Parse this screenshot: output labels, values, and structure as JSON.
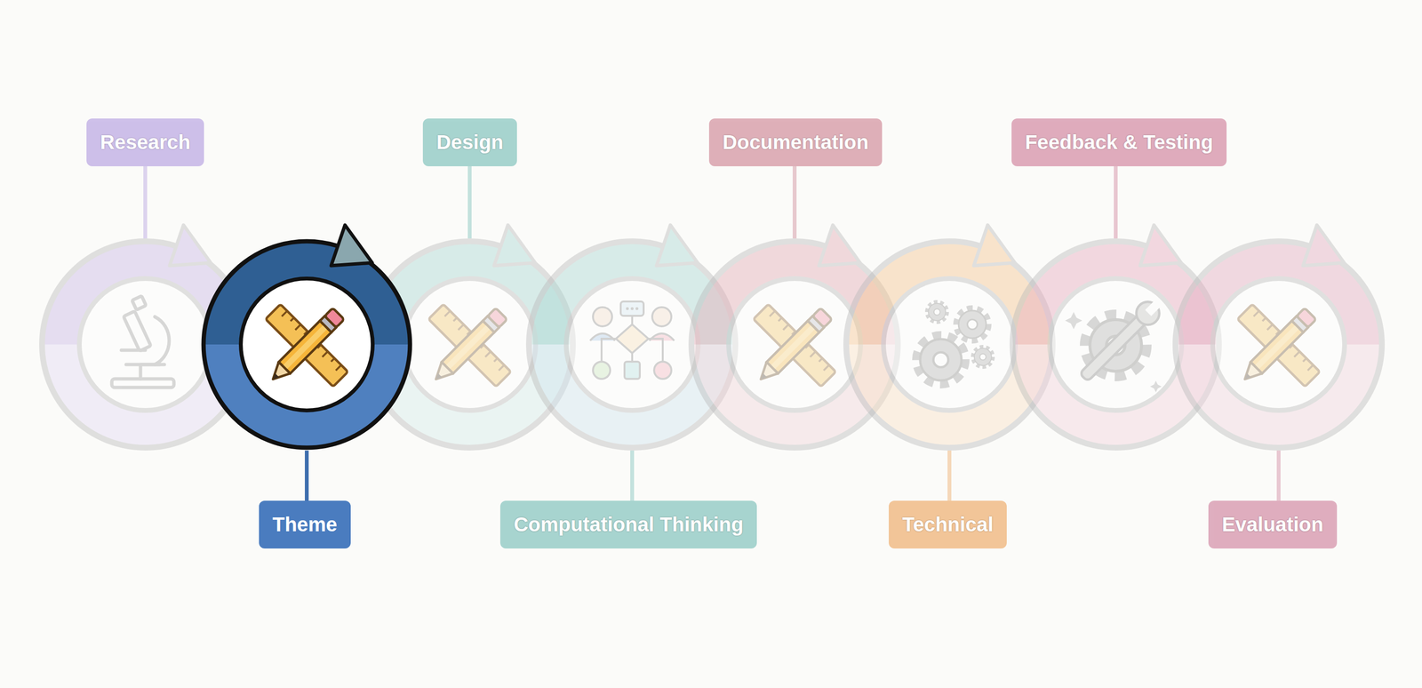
{
  "diagram": {
    "nodes": [
      {
        "text": [
          "Research"
        ]
      },
      {
        "text": [
          "Theme"
        ]
      },
      {
        "text": [
          "Design"
        ]
      },
      {
        "text": [
          "Computational Thinking"
        ]
      },
      {
        "text": [
          "Documentation"
        ]
      },
      {
        "text": [
          "Technical"
        ]
      },
      {
        "text": [
          "Feedback & Testing"
        ]
      },
      {
        "text": [
          "Evaluation"
        ]
      }
    ]
  }
}
